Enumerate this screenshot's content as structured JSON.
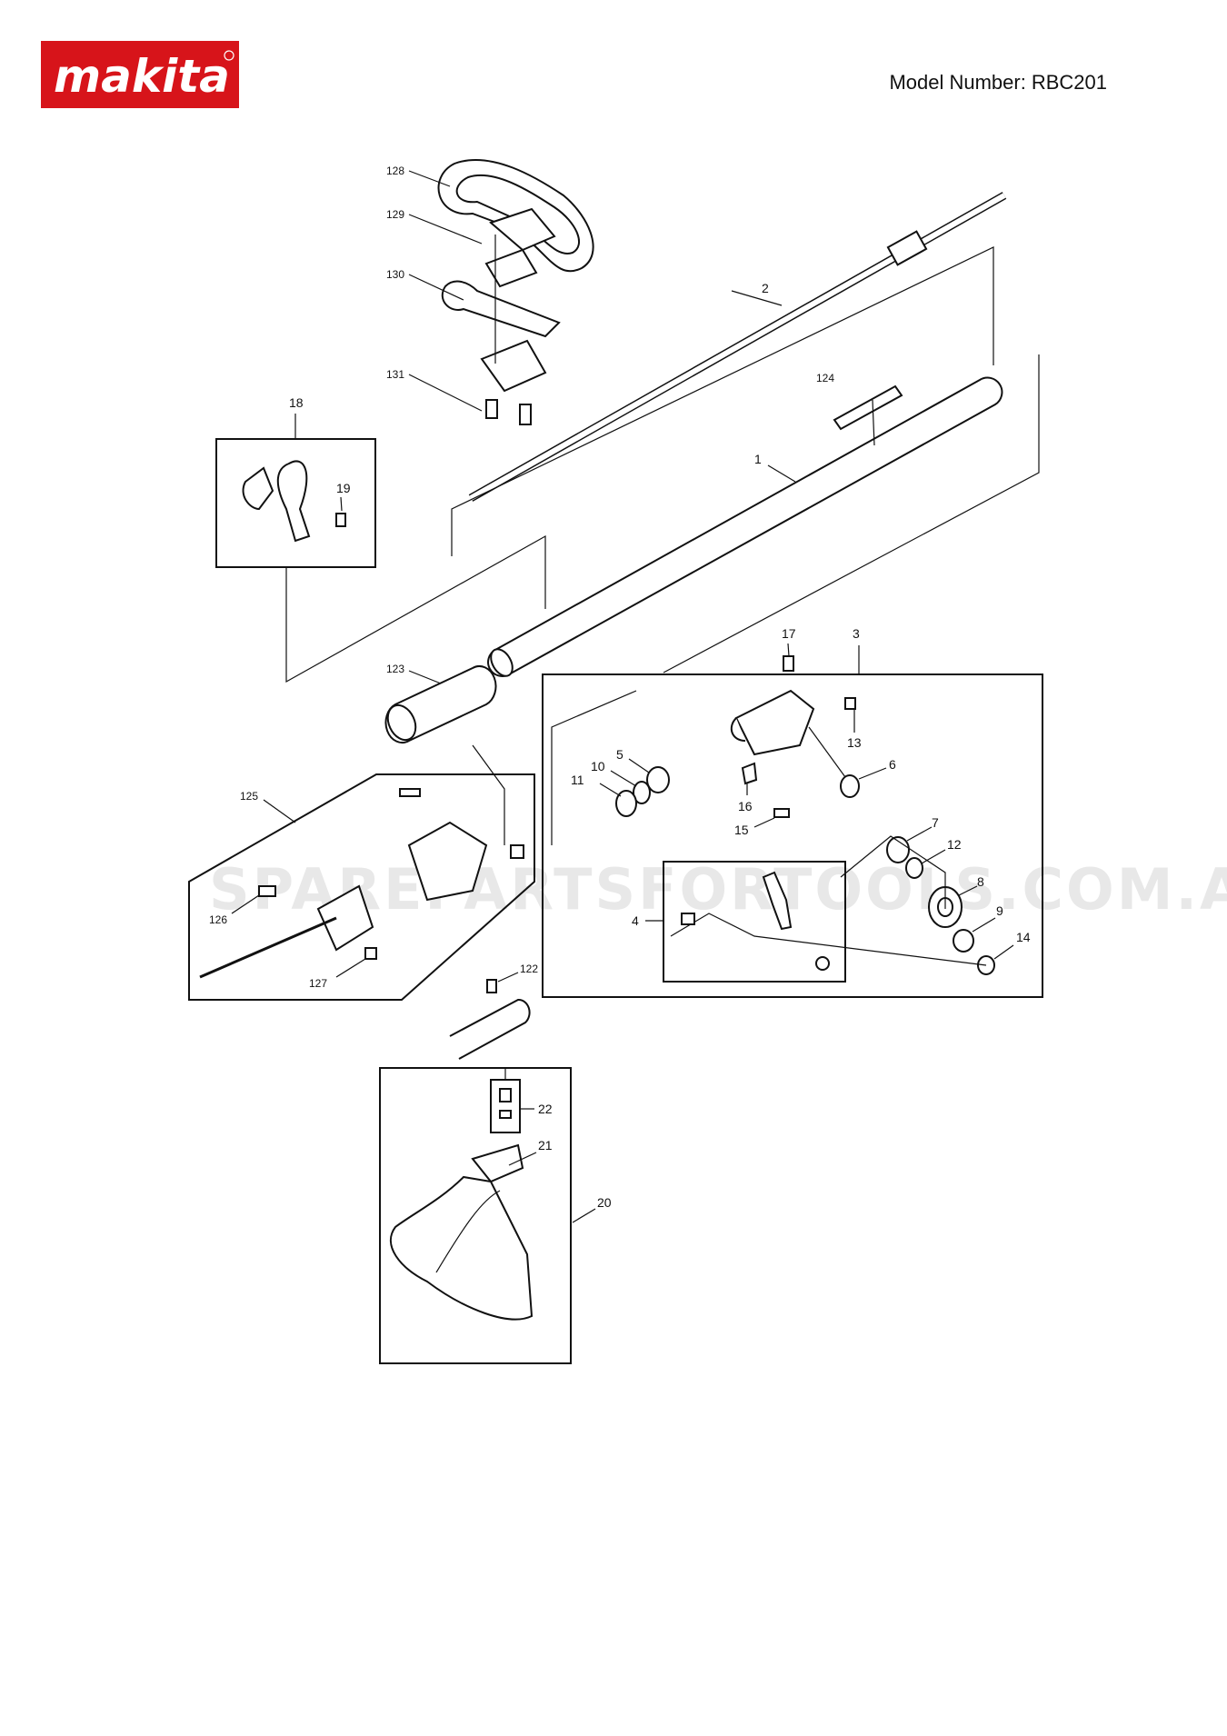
{
  "header": {
    "brand": "makita",
    "model_label": "Model Number:",
    "model_number": "RBC201"
  },
  "watermark": "SPAREPARTSFORTOOLS.COM.AU",
  "colors": {
    "brand_red": "#d7141a",
    "line": "#111111"
  },
  "callouts": {
    "c1": "1",
    "c2": "2",
    "c3": "3",
    "c4": "4",
    "c5": "5",
    "c6": "6",
    "c7": "7",
    "c8": "8",
    "c9": "9",
    "c10": "10",
    "c11": "11",
    "c12": "12",
    "c13": "13",
    "c14": "14",
    "c15": "15",
    "c16": "16",
    "c17": "17",
    "c18": "18",
    "c19": "19",
    "c20": "20",
    "c21": "21",
    "c22": "22",
    "c122": "122",
    "c123": "123",
    "c124": "124",
    "c125": "125",
    "c126": "126",
    "c127": "127",
    "c128": "128",
    "c129": "129",
    "c130": "130",
    "c131": "131"
  }
}
